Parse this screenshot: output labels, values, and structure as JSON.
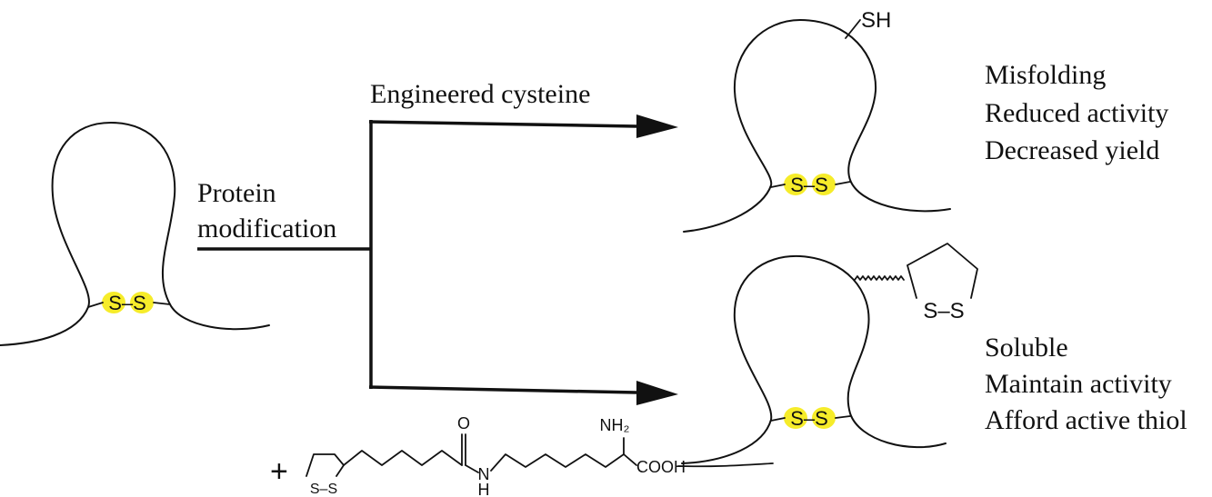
{
  "labels": {
    "engineered": "Engineered cysteine",
    "protein_mod_line1": "Protein",
    "protein_mod_line2": "modification",
    "thiol": "SH",
    "disulfide": "S–S",
    "dithiolane": "S–S",
    "plus": "+"
  },
  "outcome_top": [
    "Misfolding",
    "Reduced activity",
    "Decreased yield"
  ],
  "outcome_bottom": [
    "Soluble",
    "Maintain activity",
    "Afford active thiol"
  ],
  "lipoyl_lysine": {
    "carbonyl_o": "O",
    "amide_n": "N",
    "amide_h": "H",
    "amine": "NH₂",
    "acid": "COOH",
    "ring": "S–S"
  },
  "colors": {
    "disulfide_highlight": "#f6ec2a",
    "ink": "#111111"
  }
}
